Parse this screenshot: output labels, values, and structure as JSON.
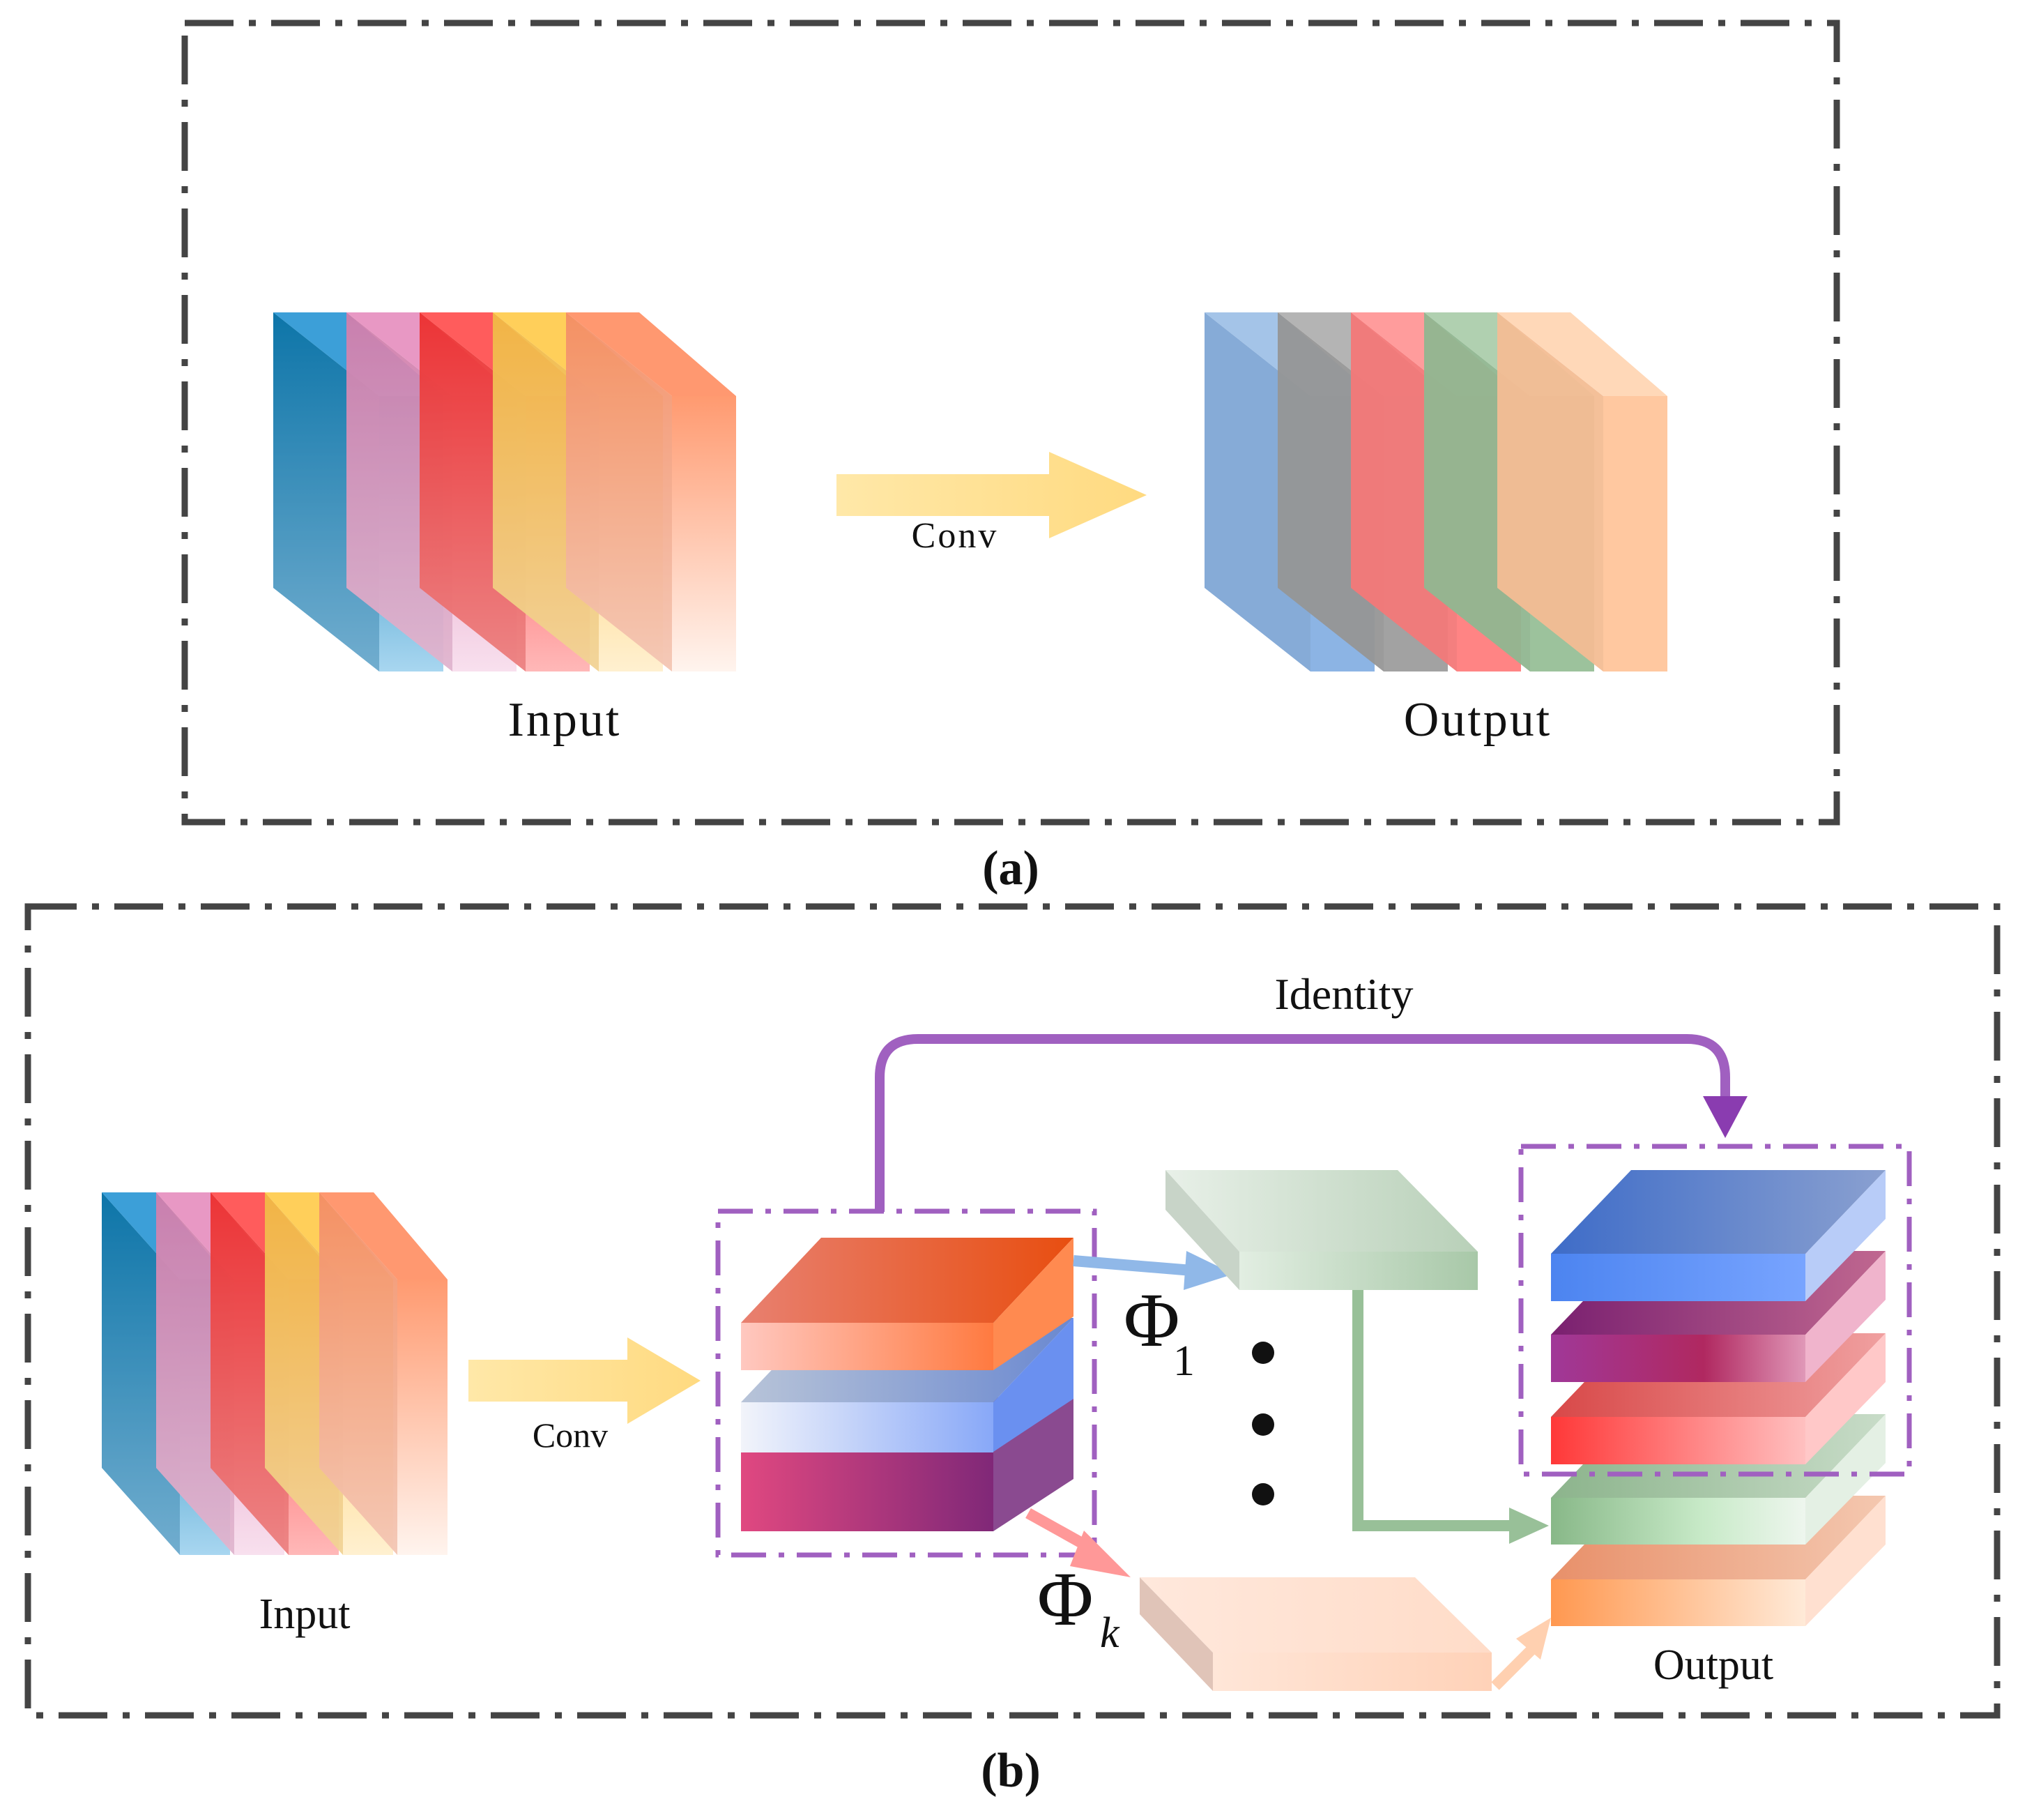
{
  "panel_a": {
    "caption": "(a)",
    "input_label": "Input",
    "output_label": "Output",
    "conv_label": "Conv",
    "input_slabs": [
      {
        "name": "blue",
        "face": [
          "#0078B0",
          "#A8D6F0"
        ],
        "top": "#3C9FD8",
        "side": "#005C90"
      },
      {
        "name": "pink",
        "face": [
          "#E08AB8",
          "#F8E0EE"
        ],
        "top": "#E898C4",
        "side": "#B86A98"
      },
      {
        "name": "red",
        "face": [
          "#FF3838",
          "#FFB8B8"
        ],
        "top": "#FF5C5C",
        "side": "#CC2020"
      },
      {
        "name": "yellow",
        "face": [
          "#FFC850",
          "#FFF0D0"
        ],
        "top": "#FFCF5A",
        "side": "#D9A030"
      },
      {
        "name": "orange",
        "face": [
          "#FF9A70",
          "#FFF4EE"
        ],
        "top": "#FF9870",
        "side": "#E07850"
      }
    ],
    "output_slabs": [
      {
        "name": "blue",
        "face": "#8CB4E4",
        "top": "#A4C4E8",
        "side": "#6A90BA"
      },
      {
        "name": "gray",
        "face": "#A2A2A2",
        "top": "#B4B4B4",
        "side": "#808080"
      },
      {
        "name": "red",
        "face": "#FF8484",
        "top": "#FF9C9C",
        "side": "#E06464"
      },
      {
        "name": "green",
        "face": "#9CC29C",
        "top": "#B0D0B0",
        "side": "#7EA27E"
      },
      {
        "name": "peach",
        "face": "#FFC8A0",
        "top": "#FFD8B8",
        "side": "#E0A880"
      }
    ]
  },
  "panel_b": {
    "caption": "(b)",
    "input_label": "Input",
    "output_label": "Output",
    "conv_label": "Conv",
    "identity_label": "Identity",
    "phi_symbol": "Φ",
    "phi_1_subscript": "1",
    "phi_k_subscript": "k",
    "ellipsis": "•\n•\n•",
    "colors": {
      "identity_arrow": "#A060C0",
      "phi1_arrow": "#90B8E8",
      "phik_arrow": "#FF9898",
      "green_arrow": "#98C098",
      "peach_arrow": "#FFD0B0",
      "dashed_box": "#A060C0",
      "border": "#444444"
    },
    "intermediate_stack": [
      "orange-red",
      "blue",
      "purple"
    ],
    "output_stack": [
      "blue",
      "purple",
      "red",
      "green",
      "orange"
    ]
  }
}
